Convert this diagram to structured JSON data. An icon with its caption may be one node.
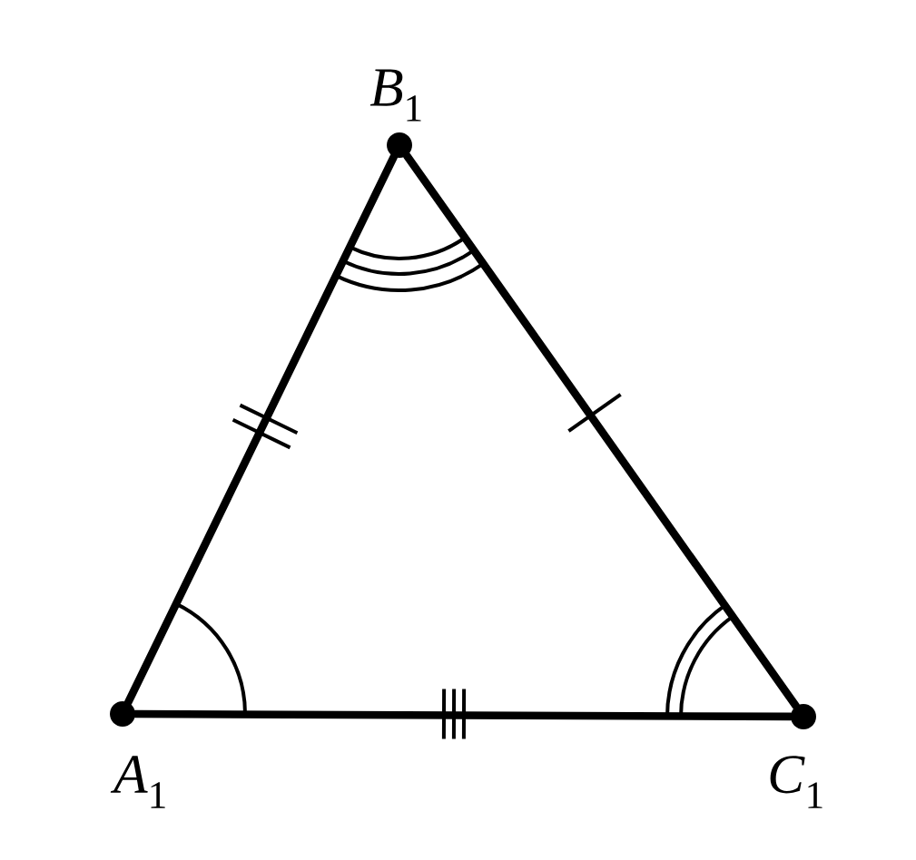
{
  "diagram": {
    "nodes": [
      {
        "text": [],
        "shape": "circle",
        "beside": [
          "*A*$_{1}$"
        ]
      },
      {
        "text": [],
        "shape": "circle",
        "beside": [
          "*B*$_{1}$"
        ]
      },
      {
        "text": [],
        "shape": "circle",
        "beside": [
          "*C*$_{1}$"
        ]
      }
    ],
    "edges": [
      {
        "from": 0,
        "to": 1,
        "arrow": "none"
      },
      {
        "from": 1,
        "to": 2,
        "arrow": "none"
      },
      {
        "from": 0,
        "to": 2,
        "arrow": "none"
      }
    ]
  }
}
